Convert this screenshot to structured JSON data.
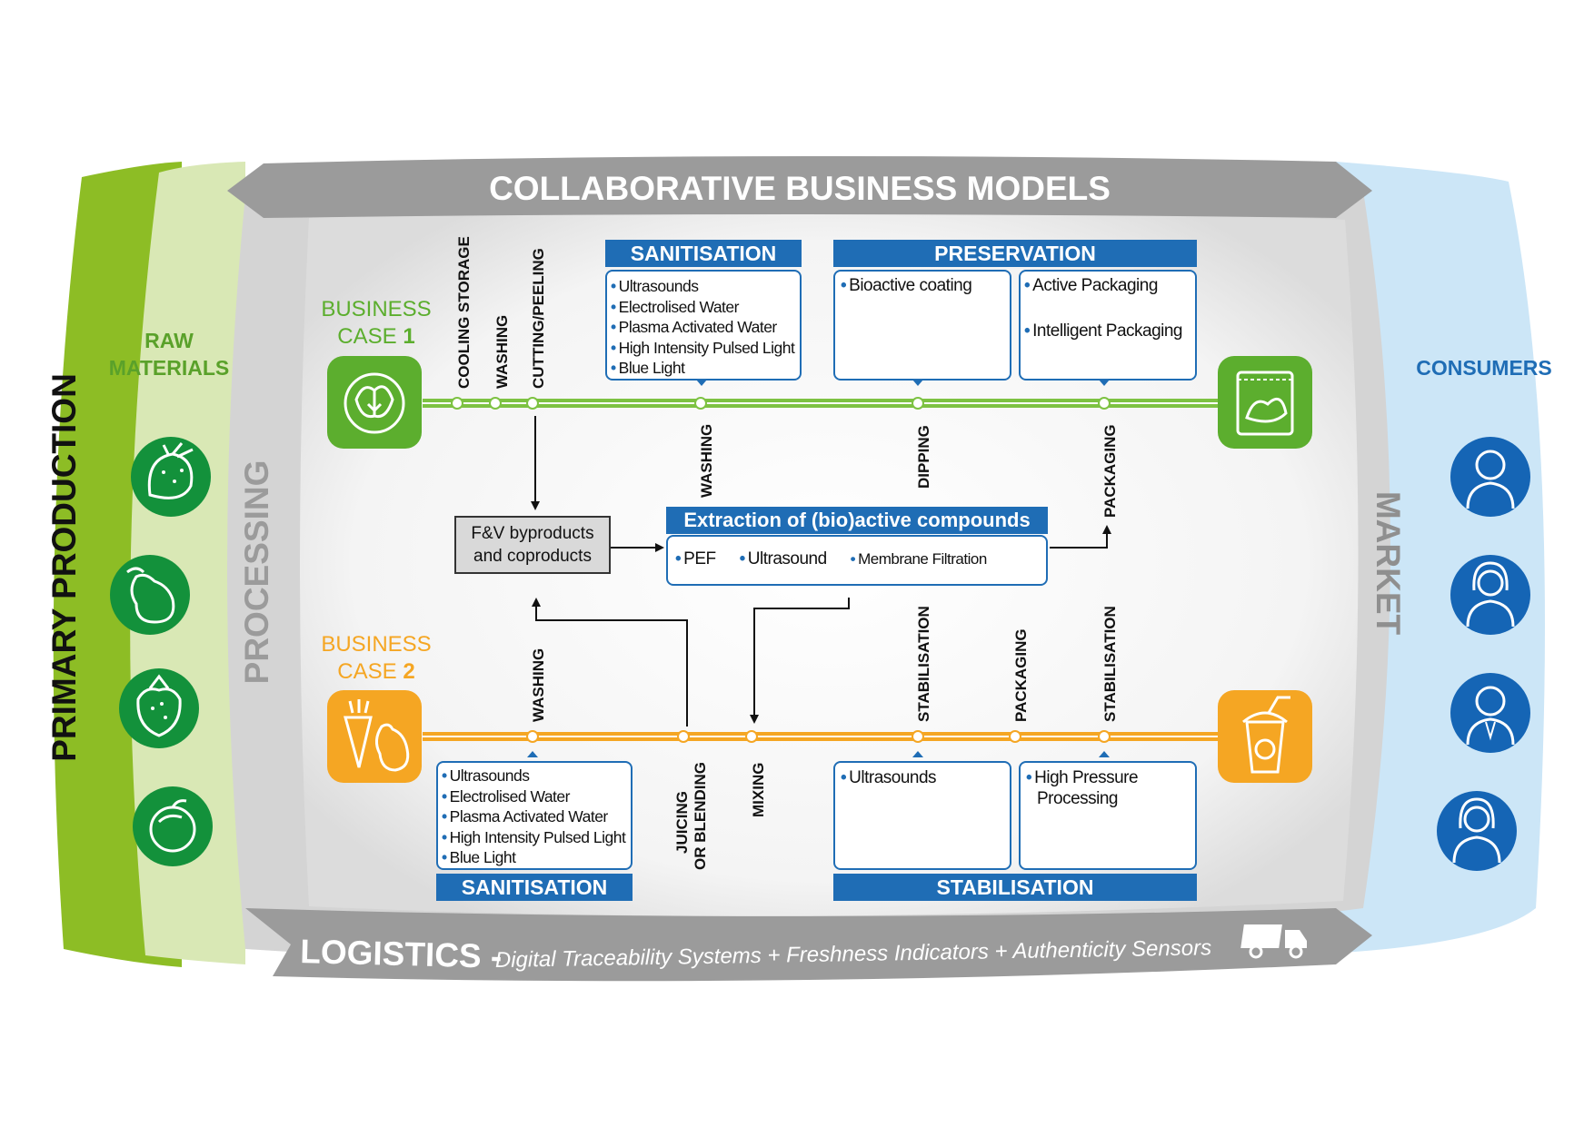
{
  "frame": {
    "top_banner": "COLLABORATIVE BUSINESS MODELS",
    "left_outer": "PRIMARY PRODUCTION",
    "left_inner": "RAW MATERIALS",
    "left_gray": "PROCESSING",
    "right_gray": "MARKET",
    "right_outer": "CONSUMERS",
    "bottom_title": "LOGISTICS -",
    "bottom_subtitle": "Digital Traceability Systems + Freshness Indicators + Authenticity Sensors"
  },
  "icons": {
    "raw_materials": [
      "strawberry-icon",
      "pear-icon",
      "strawberry-icon",
      "orange-icon"
    ],
    "consumers": [
      "man-consumer-icon",
      "woman-consumer-icon",
      "man-consumer-icon",
      "woman-consumer-icon"
    ],
    "bc1_start": "lettuce-icon",
    "bc1_end": "salad-bag-icon",
    "bc2_start": "carrot-pear-icon",
    "bc2_end": "smoothie-cup-icon",
    "truck": "delivery-truck-icon"
  },
  "business_case_1": {
    "label": "BUSINESS",
    "label2": "CASE",
    "number": "1",
    "steps_top": [
      "COOLING STORAGE",
      "WASHING",
      "CUTTING/PEELING"
    ],
    "steps_below": [
      "WASHING",
      "DIPPING",
      "PACKAGING"
    ],
    "sanitisation": {
      "title": "SANITISATION",
      "items": [
        "Ultrasounds",
        "Electrolised Water",
        "Plasma Activated Water",
        "High Intensity Pulsed Light",
        "Blue Light"
      ]
    },
    "preservation": {
      "title": "PRESERVATION",
      "left_items": [
        "Bioactive coating"
      ],
      "right_items": [
        "Active Packaging",
        "Intelligent Packaging"
      ]
    }
  },
  "business_case_2": {
    "label": "BUSINESS",
    "label2": "CASE",
    "number": "2",
    "steps_above": [
      "WASHING",
      "STABILISATION",
      "PACKAGING",
      "STABILISATION"
    ],
    "steps_below": [
      "JUICING",
      "OR BLENDING",
      "MIXING"
    ],
    "sanitisation": {
      "title": "SANITISATION",
      "items": [
        "Ultrasounds",
        "Electrolised Water",
        "Plasma Activated Water",
        "High Intensity Pulsed Light",
        "Blue Light"
      ]
    },
    "stabilisation": {
      "title": "STABILISATION",
      "left_items": [
        "Ultrasounds"
      ],
      "right_items": [
        "High Pressure",
        "Processing"
      ]
    }
  },
  "byproducts": {
    "line1": "F&V byproducts",
    "line2": "and coproducts"
  },
  "extraction": {
    "title": "Extraction of (bio)active compounds",
    "items": [
      "PEF",
      "Ultrasound",
      "Membrane Filtration"
    ]
  },
  "colors": {
    "green_dark": "#8dbd25",
    "green_light": "#d9e8b5",
    "gray_frame": "#9b9b9b",
    "gray_inner": "#d6d6d6",
    "blue_light": "#cce6f7",
    "blue_header": "#1f6db5",
    "bc1_green": "#5cae2e",
    "bc2_orange": "#f5a623",
    "raw_icon_green": "#13913b",
    "consumer_blue": "#1565b5"
  }
}
